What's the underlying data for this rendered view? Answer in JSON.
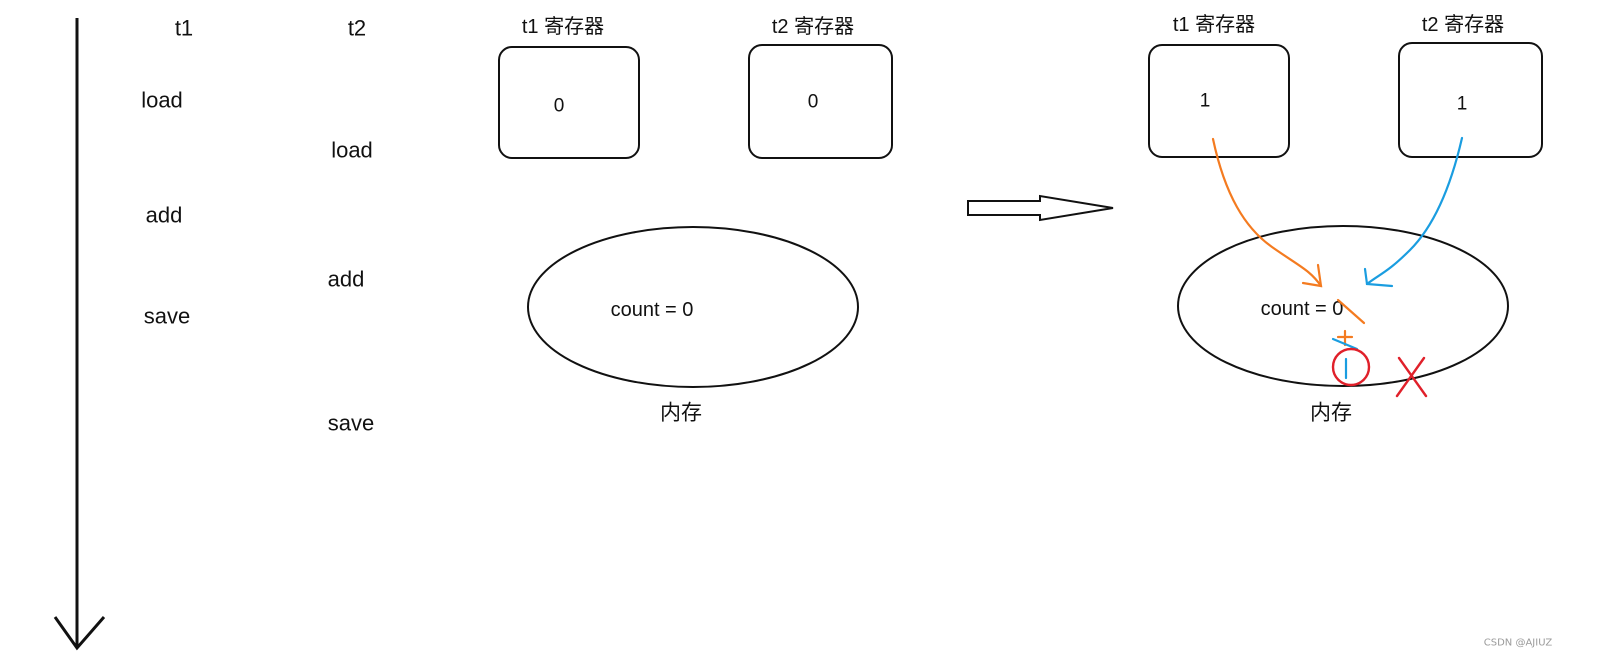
{
  "timeline": {
    "t1_label": "t1",
    "t2_label": "t2",
    "t1_steps": [
      "load",
      "add",
      "save"
    ],
    "t2_steps": [
      "load",
      "add",
      "save"
    ]
  },
  "before": {
    "t1_register_label": "t1 寄存器",
    "t2_register_label": "t2 寄存器",
    "t1_register_value": "0",
    "t2_register_value": "0",
    "memory_value": "count = 0",
    "memory_label": "内存"
  },
  "after": {
    "t1_register_label": "t1 寄存器",
    "t2_register_label": "t2 寄存器",
    "t1_register_value": "1",
    "t2_register_value": "1",
    "memory_value": "count = 0",
    "memory_label": "内存"
  },
  "colors": {
    "t1_write": "#f47b20",
    "t2_write": "#1a9de0",
    "error_mark": "#e0202a"
  },
  "watermark": "CSDN @AJIUZ"
}
